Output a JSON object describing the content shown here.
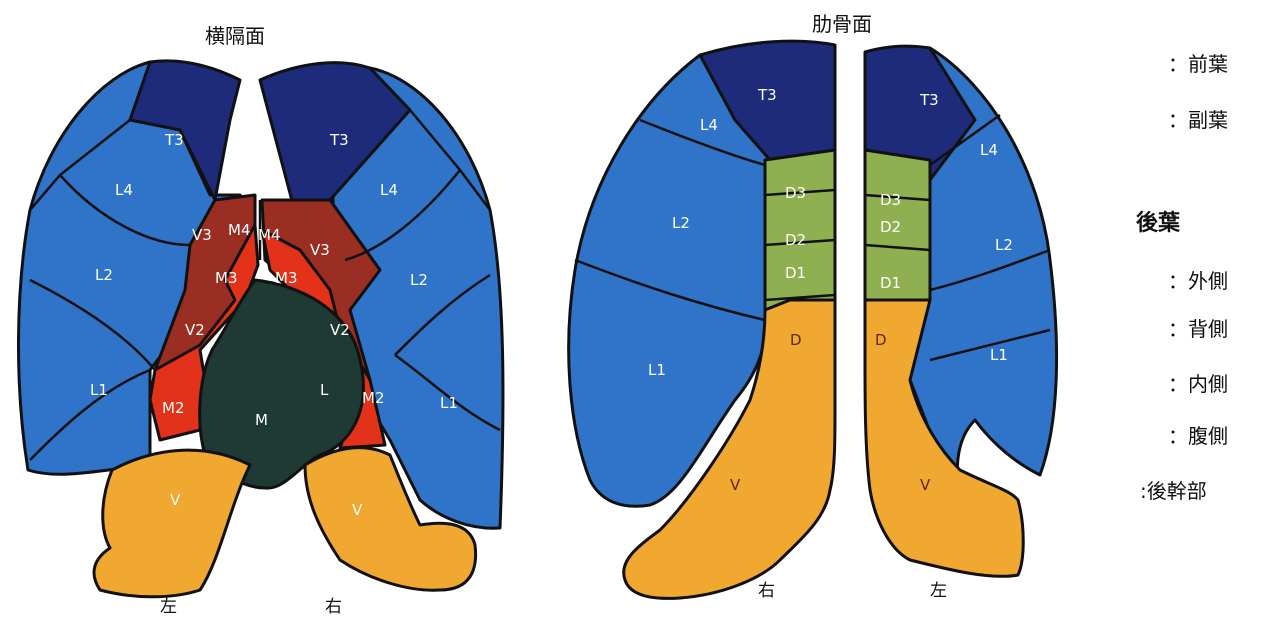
{
  "panels": {
    "diaphragmatic_title": "横隔面",
    "costal_title": "肋骨面"
  },
  "side_labels": {
    "diaphragmatic_left": "左",
    "diaphragmatic_right": "右",
    "costal_left": "右",
    "costal_right": "左"
  },
  "legend": {
    "items": [
      {
        "text": "：前葉",
        "color": "#1e2a7a"
      },
      {
        "text": "：副葉",
        "color": "#9a2e22"
      }
    ],
    "posterior_heading": "後葉",
    "posterior_items": [
      {
        "text": "：外側",
        "color": "#2f74c8"
      },
      {
        "text": "：背側",
        "color": "#8fb050"
      },
      {
        "text": "：内側",
        "color": "#f0a830"
      },
      {
        "text": "：腹側",
        "color": "#e3321a"
      },
      {
        "text": ":後幹部",
        "color": "#1f3a34"
      }
    ]
  },
  "region_labels": {
    "T3": "T3",
    "L4": "L4",
    "L2": "L2",
    "L1": "L1",
    "V3": "V3",
    "V2": "V2",
    "M4": "M4",
    "M3": "M3",
    "M2": "M2",
    "M": "M",
    "L": "L",
    "V": "V",
    "D3": "D3",
    "D2": "D2",
    "D1": "D1",
    "D": "D"
  },
  "colors": {
    "lateral_blue": "#2f74c8",
    "anterior_navy": "#1e2a7a",
    "accessory_maroon": "#9a2e22",
    "medial_red": "#e3321a",
    "trunk_dark": "#1f3a34",
    "ventral_orange": "#f0a830",
    "dorsal_green": "#8fb050"
  }
}
